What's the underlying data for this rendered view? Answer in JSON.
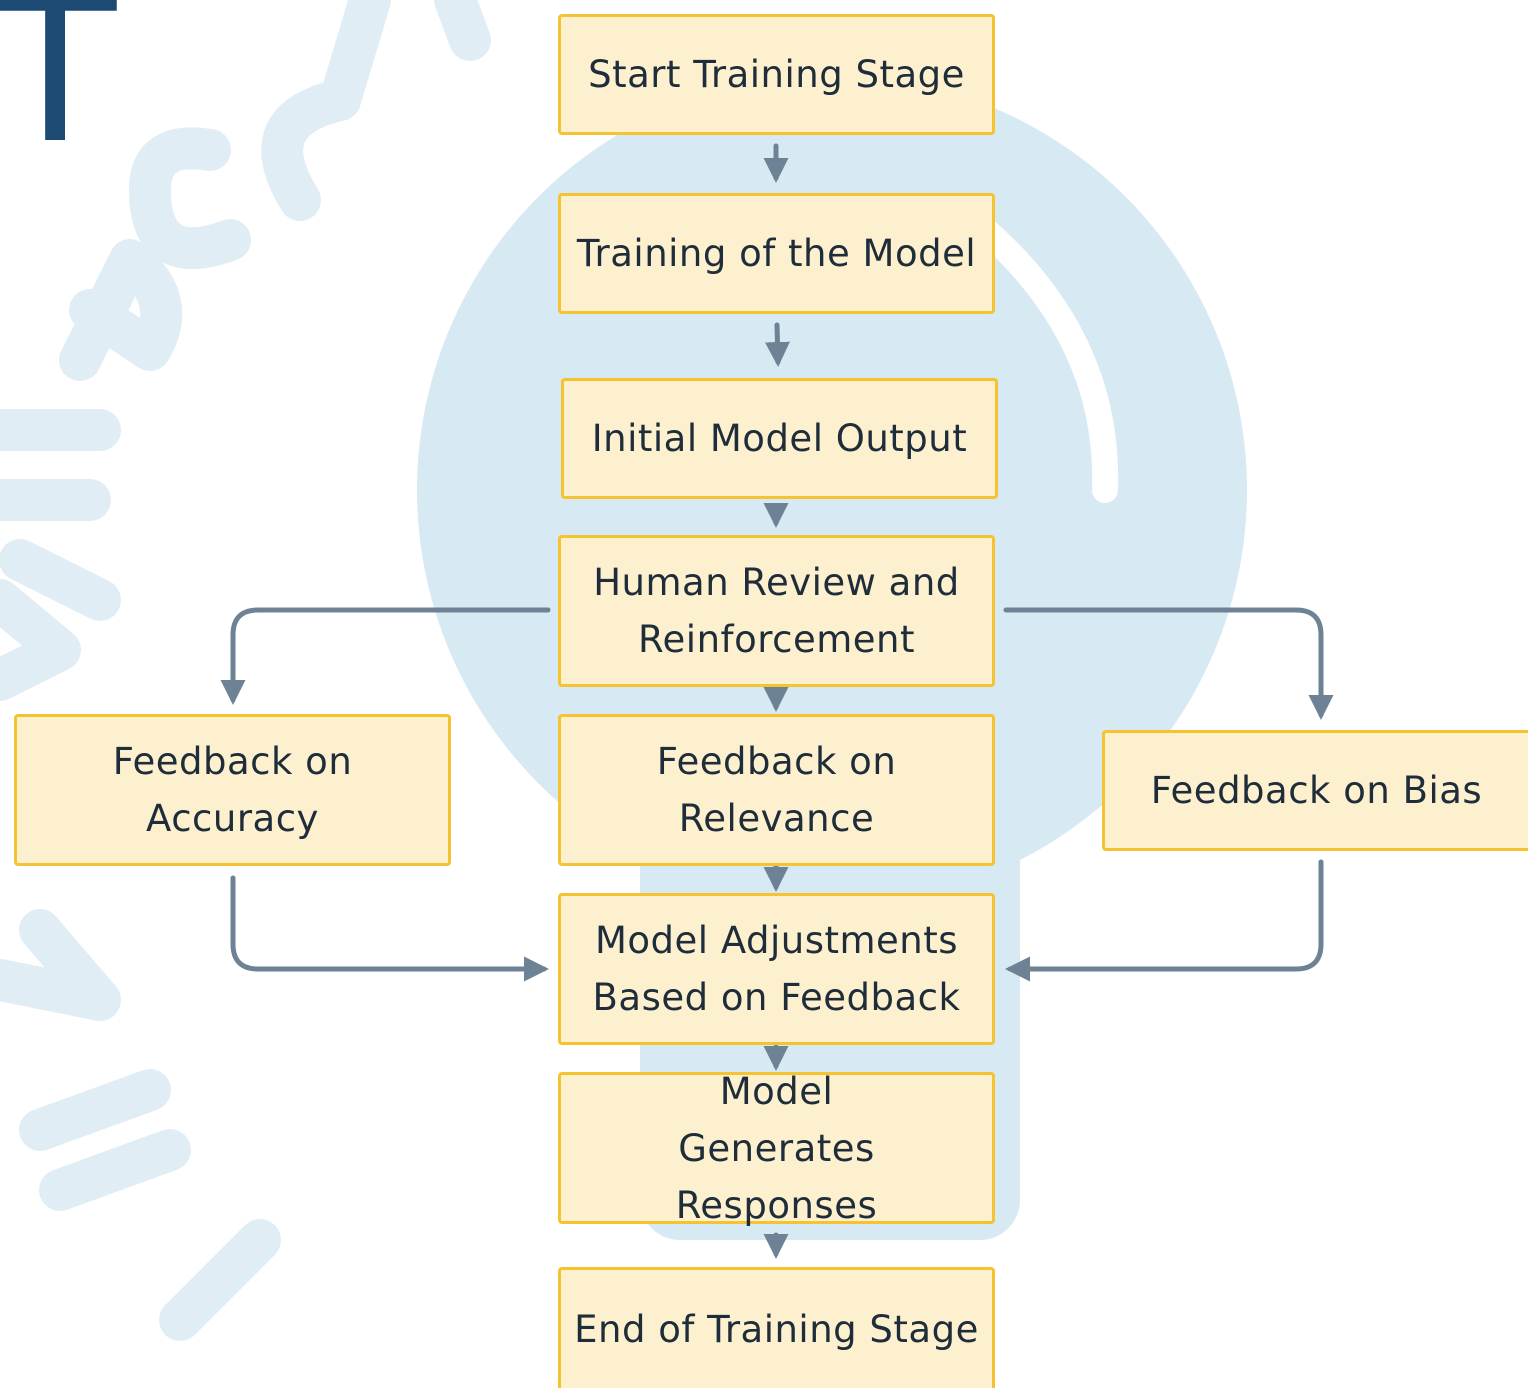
{
  "corner_letter": "T",
  "colors": {
    "box_fill": "#fdf0cf",
    "box_border": "#f5c330",
    "arrow": "#6e8296",
    "text": "#1f2d3a",
    "watermark": "#d5e7f0",
    "corner_letter": "#1d4a72"
  },
  "nodes": {
    "start": "Start Training Stage",
    "training": "Training of the Model",
    "initial_output": "Initial Model Output",
    "human_review": "Human Review and Reinforcement",
    "feedback_accuracy": "Feedback on Accuracy",
    "feedback_relevance": "Feedback on Relevance",
    "feedback_bias": "Feedback on Bias",
    "adjustments": "Model Adjustments Based on Feedback",
    "generates": "Model Generates Responses",
    "end": "End of Training Stage"
  },
  "edges": [
    {
      "from": "start",
      "to": "training"
    },
    {
      "from": "training",
      "to": "initial_output"
    },
    {
      "from": "initial_output",
      "to": "human_review"
    },
    {
      "from": "human_review",
      "to": "feedback_accuracy"
    },
    {
      "from": "human_review",
      "to": "feedback_relevance"
    },
    {
      "from": "human_review",
      "to": "feedback_bias"
    },
    {
      "from": "feedback_accuracy",
      "to": "adjustments"
    },
    {
      "from": "feedback_relevance",
      "to": "adjustments"
    },
    {
      "from": "feedback_bias",
      "to": "adjustments"
    },
    {
      "from": "adjustments",
      "to": "generates"
    },
    {
      "from": "generates",
      "to": "end"
    }
  ]
}
